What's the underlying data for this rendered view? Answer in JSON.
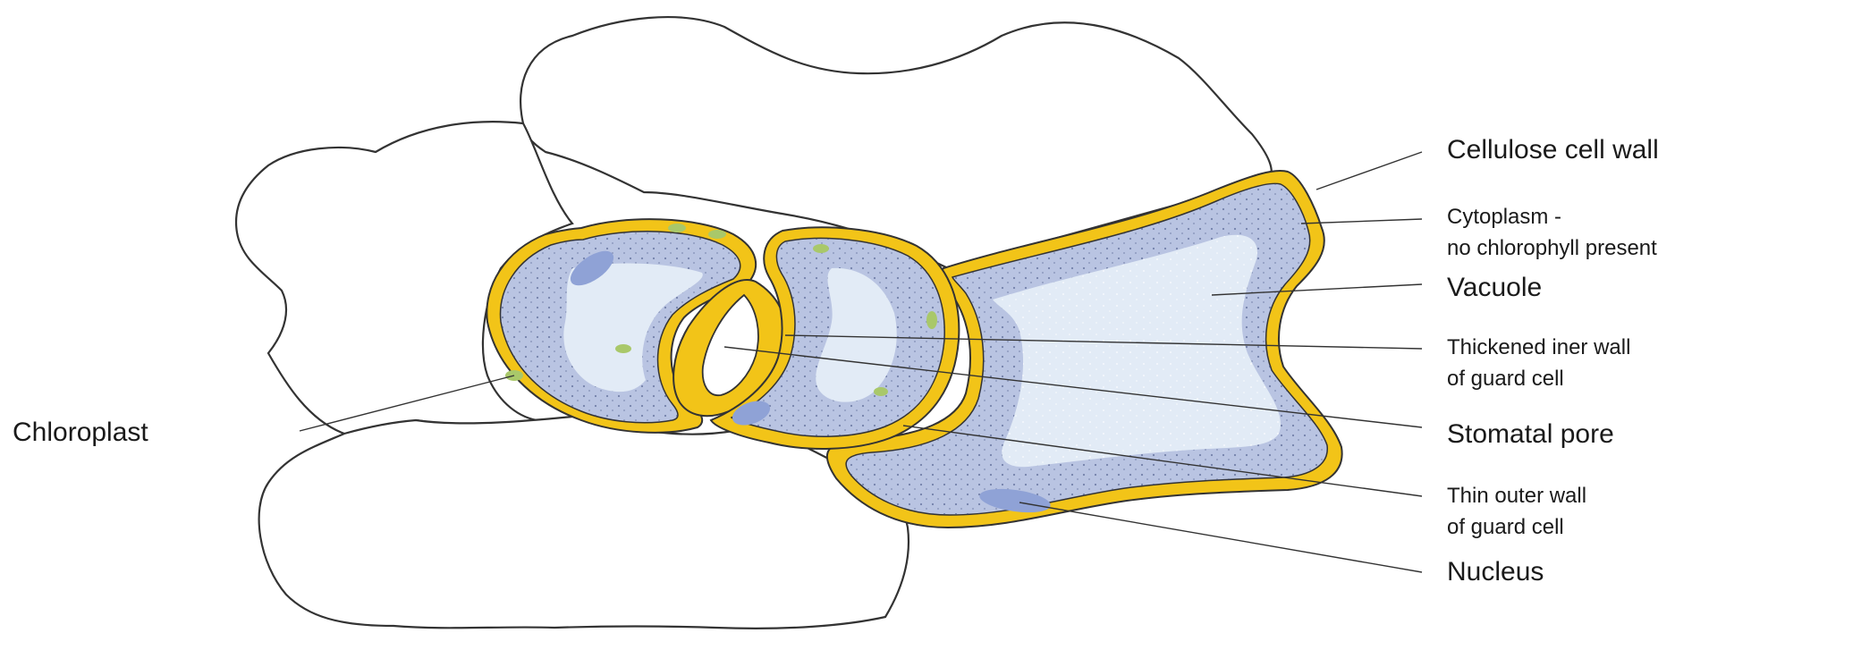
{
  "labels": {
    "cellulose_cell_wall": "Cellulose cell wall",
    "cytoplasm_line1": "Cytoplasm -",
    "cytoplasm_line2": "no chlorophyll present",
    "vacuole": "Vacuole",
    "thickened_line1": "Thickened iner wall",
    "thickened_line2": "of guard cell",
    "stomatal_pore": "Stomatal pore",
    "thin_outer_line1": "Thin outer wall",
    "thin_outer_line2": "of guard cell",
    "nucleus": "Nucleus",
    "chloroplast": "Chloroplast"
  },
  "colors": {
    "cell_wall": "#f2c418",
    "cytoplasm": "#b9c4e2",
    "vacuole": "#e2ebf6",
    "nucleus": "#8fa2d6",
    "chloroplast": "#a9c86a",
    "outline": "#222222"
  }
}
